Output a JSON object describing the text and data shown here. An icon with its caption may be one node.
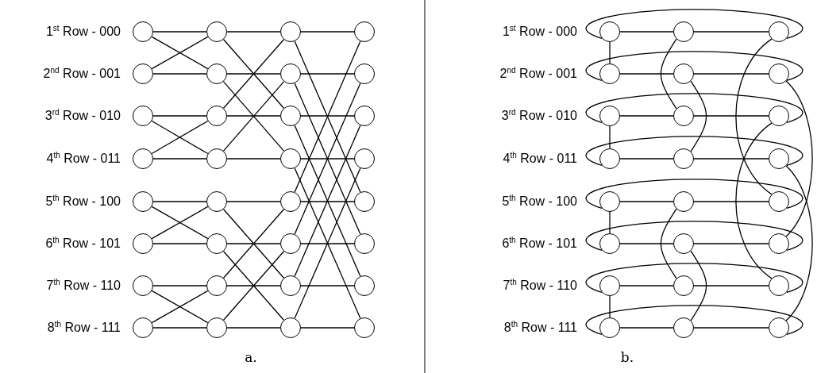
{
  "diagram": {
    "nodes": [
      {
        "text": [],
        "shape": "circle"
      },
      {
        "text": [],
        "shape": "circle"
      },
      {
        "text": [],
        "shape": "circle"
      },
      {
        "text": [],
        "shape": "circle"
      },
      {
        "text": [],
        "shape": "circle"
      },
      {
        "text": [],
        "shape": "circle"
      },
      {
        "text": [],
        "shape": "circle"
      },
      {
        "text": [],
        "shape": "circle"
      },
      {
        "text": [],
        "shape": "circle"
      },
      {
        "text": [],
        "shape": "circle"
      },
      {
        "text": [],
        "shape": "circle"
      },
      {
        "text": [],
        "shape": "circle"
      },
      {
        "text": [],
        "shape": "circle"
      },
      {
        "text": [],
        "shape": "circle"
      },
      {
        "text": [],
        "shape": "circle"
      },
      {
        "text": [],
        "shape": "circle"
      },
      {
        "text": [],
        "shape": "circle"
      },
      {
        "text": [],
        "shape": "circle"
      },
      {
        "text": [],
        "shape": "circle"
      },
      {
        "text": [],
        "shape": "circle"
      },
      {
        "text": [],
        "shape": "circle"
      },
      {
        "text": [],
        "shape": "circle"
      },
      {
        "text": [],
        "shape": "circle"
      },
      {
        "text": [],
        "shape": "circle"
      },
      {
        "text": [],
        "shape": "circle"
      },
      {
        "text": [],
        "shape": "circle"
      },
      {
        "text": [],
        "shape": "circle"
      },
      {
        "text": [],
        "shape": "circle"
      },
      {
        "text": [],
        "shape": "circle"
      },
      {
        "text": [],
        "shape": "circle"
      },
      {
        "text": [],
        "shape": "circle"
      },
      {
        "text": [],
        "shape": "circle"
      },
      {
        "text": [],
        "shape": "circle"
      },
      {
        "text": [],
        "shape": "circle"
      },
      {
        "text": [],
        "shape": "circle"
      },
      {
        "text": [],
        "shape": "circle"
      },
      {
        "text": [],
        "shape": "circle"
      },
      {
        "text": [],
        "shape": "circle"
      },
      {
        "text": [],
        "shape": "circle"
      },
      {
        "text": [],
        "shape": "circle"
      },
      {
        "text": [],
        "shape": "circle"
      },
      {
        "text": [],
        "shape": "circle"
      },
      {
        "text": [],
        "shape": "circle"
      },
      {
        "text": [],
        "shape": "circle"
      },
      {
        "text": [],
        "shape": "circle"
      },
      {
        "text": [],
        "shape": "circle"
      },
      {
        "text": [],
        "shape": "circle"
      },
      {
        "text": [],
        "shape": "circle"
      },
      {
        "text": [],
        "shape": "circle"
      },
      {
        "text": [],
        "shape": "circle"
      },
      {
        "text": [],
        "shape": "circle"
      },
      {
        "text": [],
        "shape": "circle"
      },
      {
        "text": [],
        "shape": "circle"
      },
      {
        "text": [],
        "shape": "circle"
      },
      {
        "text": [],
        "shape": "circle"
      },
      {
        "text": [],
        "shape": "circle"
      }
    ],
    "edges": [
      {
        "from": 0,
        "to": 1,
        "arrow": "none"
      },
      {
        "from": 0,
        "to": 5,
        "arrow": "none"
      },
      {
        "from": 4,
        "to": 5,
        "arrow": "none"
      },
      {
        "from": 4,
        "to": 1,
        "arrow": "none"
      },
      {
        "from": 8,
        "to": 9,
        "arrow": "none"
      },
      {
        "from": 8,
        "to": 13,
        "arrow": "none"
      },
      {
        "from": 12,
        "to": 13,
        "arrow": "none"
      },
      {
        "from": 12,
        "to": 9,
        "arrow": "none"
      },
      {
        "from": 16,
        "to": 17,
        "arrow": "none"
      },
      {
        "from": 16,
        "to": 21,
        "arrow": "none"
      },
      {
        "from": 20,
        "to": 21,
        "arrow": "none"
      },
      {
        "from": 20,
        "to": 17,
        "arrow": "none"
      },
      {
        "from": 24,
        "to": 25,
        "arrow": "none"
      },
      {
        "from": 24,
        "to": 29,
        "arrow": "none"
      },
      {
        "from": 28,
        "to": 29,
        "arrow": "none"
      },
      {
        "from": 28,
        "to": 25,
        "arrow": "none"
      },
      {
        "from": 1,
        "to": 2,
        "arrow": "none"
      },
      {
        "from": 1,
        "to": 10,
        "arrow": "none"
      },
      {
        "from": 5,
        "to": 6,
        "arrow": "none"
      },
      {
        "from": 5,
        "to": 14,
        "arrow": "none"
      },
      {
        "from": 9,
        "to": 10,
        "arrow": "none"
      },
      {
        "from": 9,
        "to": 2,
        "arrow": "none"
      },
      {
        "from": 13,
        "to": 14,
        "arrow": "none"
      },
      {
        "from": 13,
        "to": 6,
        "arrow": "none"
      },
      {
        "from": 17,
        "to": 18,
        "arrow": "none"
      },
      {
        "from": 17,
        "to": 26,
        "arrow": "none"
      },
      {
        "from": 21,
        "to": 22,
        "arrow": "none"
      },
      {
        "from": 21,
        "to": 30,
        "arrow": "none"
      },
      {
        "from": 25,
        "to": 26,
        "arrow": "none"
      },
      {
        "from": 25,
        "to": 18,
        "arrow": "none"
      },
      {
        "from": 29,
        "to": 30,
        "arrow": "none"
      },
      {
        "from": 29,
        "to": 22,
        "arrow": "none"
      },
      {
        "from": 2,
        "to": 3,
        "arrow": "none"
      },
      {
        "from": 2,
        "to": 19,
        "arrow": "none"
      },
      {
        "from": 6,
        "to": 7,
        "arrow": "none"
      },
      {
        "from": 6,
        "to": 23,
        "arrow": "none"
      },
      {
        "from": 10,
        "to": 11,
        "arrow": "none"
      },
      {
        "from": 10,
        "to": 27,
        "arrow": "none"
      },
      {
        "from": 14,
        "to": 15,
        "arrow": "none"
      },
      {
        "from": 14,
        "to": 31,
        "arrow": "none"
      },
      {
        "from": 18,
        "to": 19,
        "arrow": "none"
      },
      {
        "from": 18,
        "to": 3,
        "arrow": "none"
      },
      {
        "from": 22,
        "to": 23,
        "arrow": "none"
      },
      {
        "from": 22,
        "to": 7,
        "arrow": "none"
      },
      {
        "from": 26,
        "to": 27,
        "arrow": "none"
      },
      {
        "from": 26,
        "to": 11,
        "arrow": "none"
      },
      {
        "from": 30,
        "to": 31,
        "arrow": "none"
      },
      {
        "from": 30,
        "to": 15,
        "arrow": "none"
      },
      {
        "from": 32,
        "to": 33,
        "arrow": "none"
      },
      {
        "from": 33,
        "to": 34,
        "arrow": "none"
      },
      {
        "from": 34,
        "to": 32,
        "arrow": "none"
      },
      {
        "from": 35,
        "to": 36,
        "arrow": "none"
      },
      {
        "from": 36,
        "to": 37,
        "arrow": "none"
      },
      {
        "from": 37,
        "to": 35,
        "arrow": "none"
      },
      {
        "from": 38,
        "to": 39,
        "arrow": "none"
      },
      {
        "from": 39,
        "to": 40,
        "arrow": "none"
      },
      {
        "from": 40,
        "to": 38,
        "arrow": "none"
      },
      {
        "from": 41,
        "to": 42,
        "arrow": "none"
      },
      {
        "from": 42,
        "to": 43,
        "arrow": "none"
      },
      {
        "from": 43,
        "to": 41,
        "arrow": "none"
      },
      {
        "from": 44,
        "to": 45,
        "arrow": "none"
      },
      {
        "from": 45,
        "to": 46,
        "arrow": "none"
      },
      {
        "from": 46,
        "to": 44,
        "arrow": "none"
      },
      {
        "from": 47,
        "to": 48,
        "arrow": "none"
      },
      {
        "from": 48,
        "to": 49,
        "arrow": "none"
      },
      {
        "from": 49,
        "to": 47,
        "arrow": "none"
      },
      {
        "from": 50,
        "to": 51,
        "arrow": "none"
      },
      {
        "from": 51,
        "to": 52,
        "arrow": "none"
      },
      {
        "from": 52,
        "to": 50,
        "arrow": "none"
      },
      {
        "from": 53,
        "to": 54,
        "arrow": "none"
      },
      {
        "from": 54,
        "to": 55,
        "arrow": "none"
      },
      {
        "from": 55,
        "to": 53,
        "arrow": "none"
      },
      {
        "from": 32,
        "to": 35,
        "arrow": "none"
      },
      {
        "from": 38,
        "to": 41,
        "arrow": "none"
      },
      {
        "from": 44,
        "to": 47,
        "arrow": "none"
      },
      {
        "from": 50,
        "to": 53,
        "arrow": "none"
      },
      {
        "from": 33,
        "to": 39,
        "arrow": "none"
      },
      {
        "from": 36,
        "to": 42,
        "arrow": "none"
      },
      {
        "from": 45,
        "to": 51,
        "arrow": "none"
      },
      {
        "from": 48,
        "to": 54,
        "arrow": "none"
      },
      {
        "from": 34,
        "to": 46,
        "arrow": "none"
      },
      {
        "from": 37,
        "to": 49,
        "arrow": "none"
      },
      {
        "from": 40,
        "to": 52,
        "arrow": "none"
      },
      {
        "from": 43,
        "to": 55,
        "arrow": "none"
      }
    ],
    "labels": [
      "1$^{st}$ Row - 000",
      "2$^{nd}$ Row - 001",
      "3$^{rd}$ Row - 010",
      "4$^{th}$ Row - 011",
      "5$^{th}$ Row - 100",
      "6$^{th}$ Row - 101",
      "7$^{th}$ Row - 110",
      "8$^{th}$ Row - 111",
      "1$^{st}$ Row - 000",
      "2$^{nd}$ Row - 001",
      "3$^{rd}$ Row - 010",
      "4$^{th}$ Row - 011",
      "5$^{th}$ Row - 100",
      "6$^{th}$ Row - 101",
      "7$^{th}$ Row - 110",
      "8$^{th}$ Row - 111",
      "a.",
      "b."
    ]
  }
}
